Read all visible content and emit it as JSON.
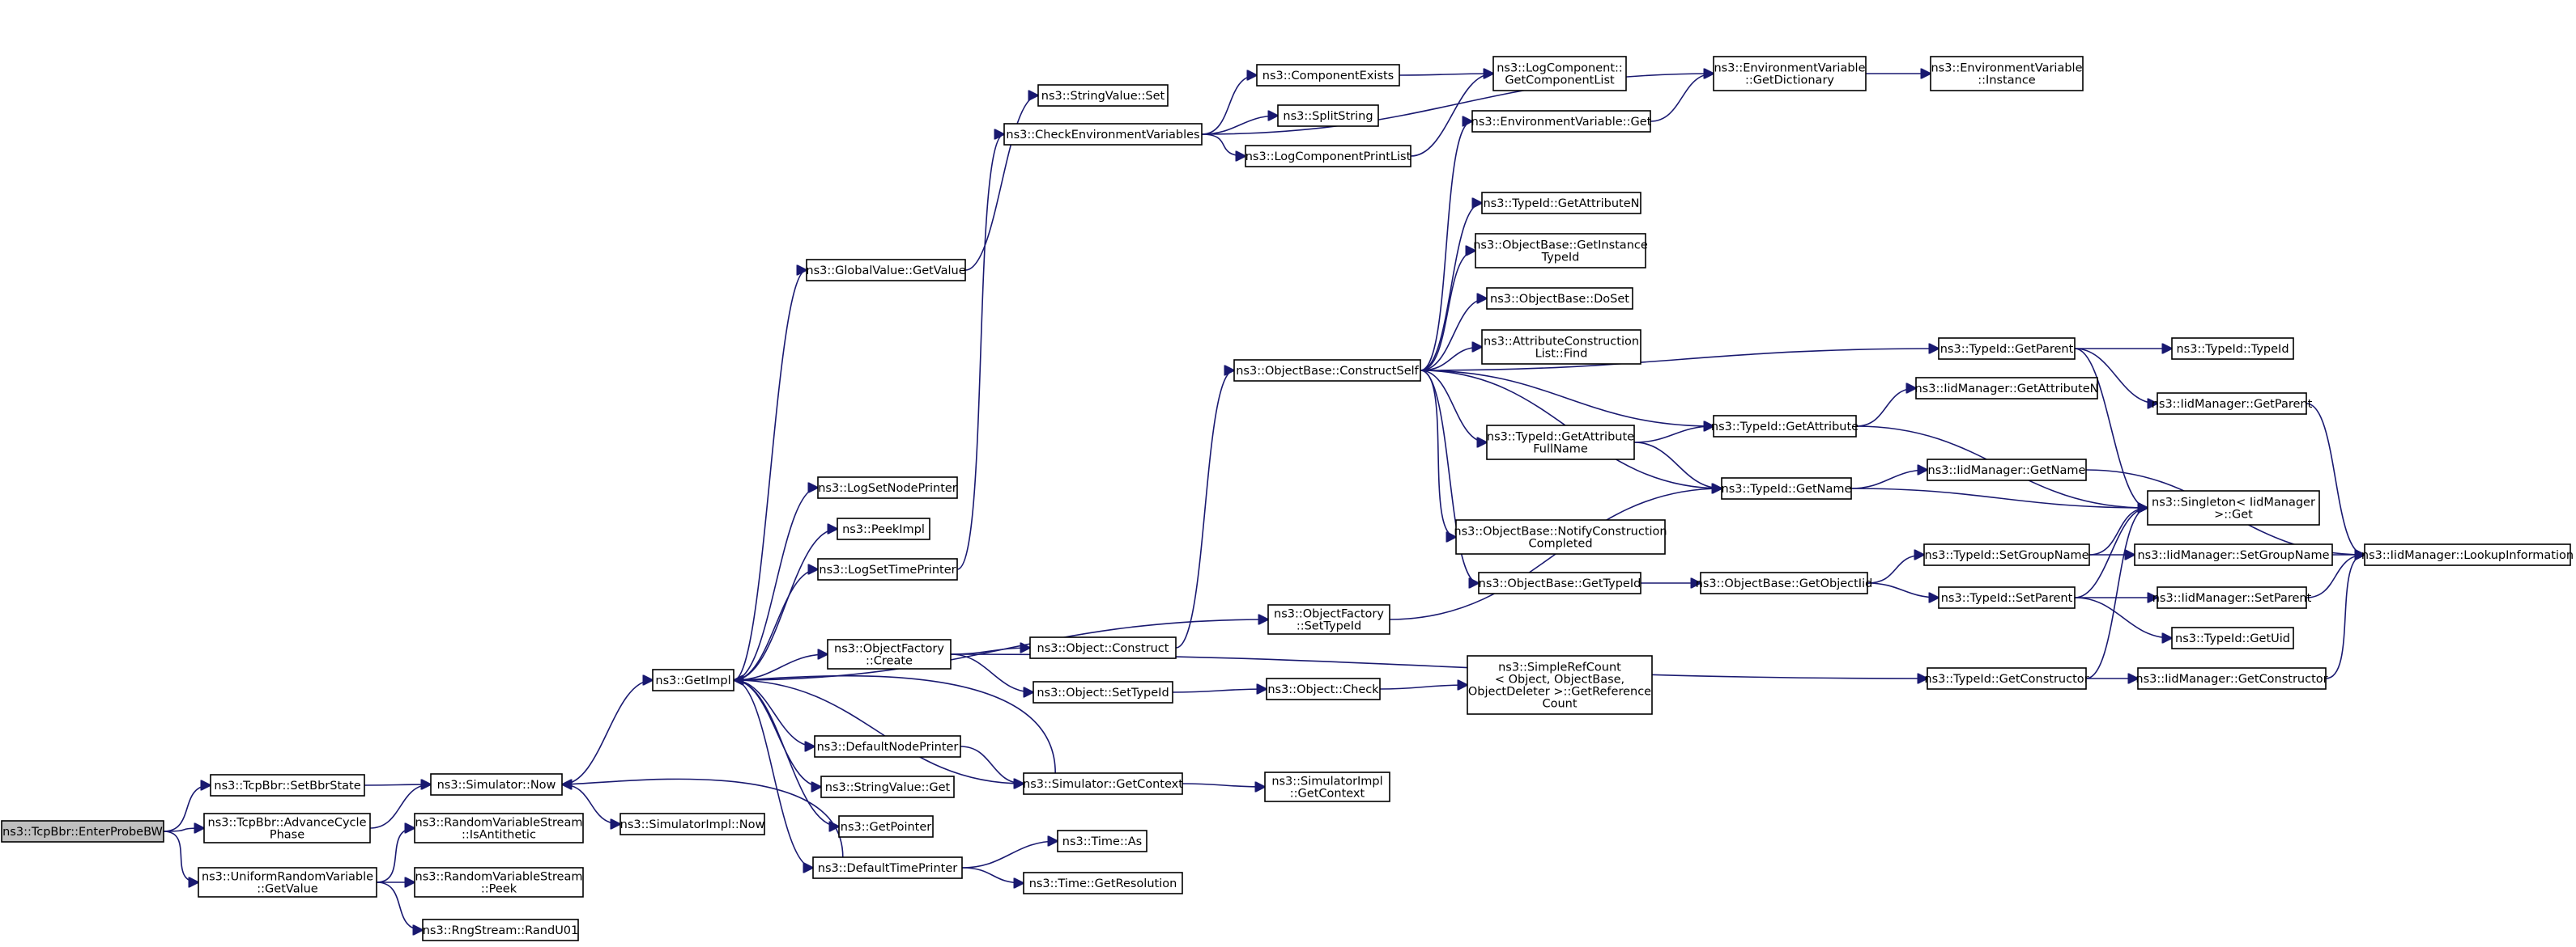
{
  "diagram": {
    "colors": {
      "edge": "#191970",
      "node_border": "#000000",
      "root_fill": "#bfbfbf",
      "node_fill": "#ffffff"
    },
    "nodes": {
      "enter_probe_bw": {
        "label": [
          "ns3::TcpBbr::EnterProbeBW"
        ],
        "root": true
      },
      "set_bbr_state": {
        "label": [
          "ns3::TcpBbr::SetBbrState"
        ]
      },
      "advance_cycle_phase": {
        "label": [
          "ns3::TcpBbr::AdvanceCycle",
          "Phase"
        ]
      },
      "uniform_get_value": {
        "label": [
          "ns3::UniformRandomVariable",
          "::GetValue"
        ]
      },
      "simulator_now": {
        "label": [
          "ns3::Simulator::Now"
        ]
      },
      "rvs_is_antithetic": {
        "label": [
          "ns3::RandomVariableStream",
          "::IsAntithetic"
        ]
      },
      "rvs_peek": {
        "label": [
          "ns3::RandomVariableStream",
          "::Peek"
        ]
      },
      "rng_rand_u01": {
        "label": [
          "ns3::RngStream::RandU01"
        ]
      },
      "simimpl_now": {
        "label": [
          "ns3::SimulatorImpl::Now"
        ]
      },
      "get_impl": {
        "label": [
          "ns3::GetImpl"
        ]
      },
      "globalvalue_get_value": {
        "label": [
          "ns3::GlobalValue::GetValue"
        ]
      },
      "log_set_node_printer": {
        "label": [
          "ns3::LogSetNodePrinter"
        ]
      },
      "peek_impl": {
        "label": [
          "ns3::PeekImpl"
        ]
      },
      "log_set_time_printer": {
        "label": [
          "ns3::LogSetTimePrinter"
        ]
      },
      "objfactory_create": {
        "label": [
          "ns3::ObjectFactory",
          "::Create"
        ]
      },
      "default_node_printer": {
        "label": [
          "ns3::DefaultNodePrinter"
        ]
      },
      "stringvalue_get": {
        "label": [
          "ns3::StringValue::Get"
        ]
      },
      "get_pointer": {
        "label": [
          "ns3::GetPointer"
        ]
      },
      "default_time_printer": {
        "label": [
          "ns3::DefaultTimePrinter"
        ]
      },
      "stringvalue_set": {
        "label": [
          "ns3::StringValue::Set"
        ]
      },
      "check_env_vars": {
        "label": [
          "ns3::CheckEnvironmentVariables"
        ]
      },
      "object_construct": {
        "label": [
          "ns3::Object::Construct"
        ]
      },
      "object_set_typeid": {
        "label": [
          "ns3::Object::SetTypeId"
        ]
      },
      "sim_get_context": {
        "label": [
          "ns3::Simulator::GetContext"
        ]
      },
      "time_as": {
        "label": [
          "ns3::Time::As"
        ]
      },
      "time_get_resolution": {
        "label": [
          "ns3::Time::GetResolution"
        ]
      },
      "component_exists": {
        "label": [
          "ns3::ComponentExists"
        ]
      },
      "split_string": {
        "label": [
          "ns3::SplitString"
        ]
      },
      "log_component_print_list": {
        "label": [
          "ns3::LogComponentPrintList"
        ]
      },
      "objectbase_construct_self": {
        "label": [
          "ns3::ObjectBase::ConstructSelf"
        ]
      },
      "objfactory_set_typeid": {
        "label": [
          "ns3::ObjectFactory",
          "::SetTypeId"
        ]
      },
      "object_check": {
        "label": [
          "ns3::Object::Check"
        ]
      },
      "simimpl_get_context": {
        "label": [
          "ns3::SimulatorImpl",
          "::GetContext"
        ]
      },
      "logcomponent_get_component_list": {
        "label": [
          "ns3::LogComponent::",
          "GetComponentList"
        ]
      },
      "envvar_get": {
        "label": [
          "ns3::EnvironmentVariable::Get"
        ]
      },
      "typeid_get_attribute_n": {
        "label": [
          "ns3::TypeId::GetAttributeN"
        ]
      },
      "objectbase_get_instance_typeid": {
        "label": [
          "ns3::ObjectBase::GetInstance",
          "TypeId"
        ]
      },
      "objectbase_doset": {
        "label": [
          "ns3::ObjectBase::DoSet"
        ]
      },
      "attr_construction_list_find": {
        "label": [
          "ns3::AttributeConstruction",
          "List::Find"
        ]
      },
      "typeid_get_attribute_fullname": {
        "label": [
          "ns3::TypeId::GetAttribute",
          "FullName"
        ]
      },
      "objectbase_notify_construction_completed": {
        "label": [
          "ns3::ObjectBase::NotifyConstruction",
          "Completed"
        ]
      },
      "objectbase_get_typeid": {
        "label": [
          "ns3::ObjectBase::GetTypeId"
        ]
      },
      "simple_ref_count_get_reference_count": {
        "label": [
          "ns3::SimpleRefCount",
          "< Object, ObjectBase,",
          "ObjectDeleter >::GetReference",
          "Count"
        ]
      },
      "envvar_get_dictionary": {
        "label": [
          "ns3::EnvironmentVariable",
          "::GetDictionary"
        ]
      },
      "typeid_get_attribute": {
        "label": [
          "ns3::TypeId::GetAttribute"
        ]
      },
      "typeid_get_name": {
        "label": [
          "ns3::TypeId::GetName"
        ]
      },
      "objectbase_get_object_iid": {
        "label": [
          "ns3::ObjectBase::GetObjectIid"
        ]
      },
      "envvar_instance": {
        "label": [
          "ns3::EnvironmentVariable",
          "::Instance"
        ]
      },
      "typeid_get_parent": {
        "label": [
          "ns3::TypeId::GetParent"
        ]
      },
      "iidmgr_get_attribute_n": {
        "label": [
          "ns3::IidManager::GetAttributeN"
        ]
      },
      "iidmgr_get_name": {
        "label": [
          "ns3::IidManager::GetName"
        ]
      },
      "typeid_set_group_name": {
        "label": [
          "ns3::TypeId::SetGroupName"
        ]
      },
      "typeid_set_parent": {
        "label": [
          "ns3::TypeId::SetParent"
        ]
      },
      "typeid_get_constructor": {
        "label": [
          "ns3::TypeId::GetConstructor"
        ]
      },
      "typeid_typeid": {
        "label": [
          "ns3::TypeId::TypeId"
        ]
      },
      "iidmgr_get_parent": {
        "label": [
          "ns3::IidManager::GetParent"
        ]
      },
      "singleton_iidmgr_get": {
        "label": [
          "ns3::Singleton< IidManager",
          ">::Get"
        ]
      },
      "iidmgr_set_group_name": {
        "label": [
          "ns3::IidManager::SetGroupName"
        ]
      },
      "iidmgr_set_parent": {
        "label": [
          "ns3::IidManager::SetParent"
        ]
      },
      "typeid_get_uid": {
        "label": [
          "ns3::TypeId::GetUid"
        ]
      },
      "iidmgr_get_constructor": {
        "label": [
          "ns3::IidManager::GetConstructor"
        ]
      },
      "iidmgr_lookup_information": {
        "label": [
          "ns3::IidManager::LookupInformation"
        ]
      }
    },
    "edges": [
      [
        "enter_probe_bw",
        "set_bbr_state"
      ],
      [
        "enter_probe_bw",
        "advance_cycle_phase"
      ],
      [
        "enter_probe_bw",
        "uniform_get_value"
      ],
      [
        "set_bbr_state",
        "simulator_now"
      ],
      [
        "advance_cycle_phase",
        "simulator_now"
      ],
      [
        "uniform_get_value",
        "rvs_is_antithetic"
      ],
      [
        "uniform_get_value",
        "rvs_peek"
      ],
      [
        "uniform_get_value",
        "rng_rand_u01"
      ],
      [
        "simulator_now",
        "get_impl"
      ],
      [
        "simulator_now",
        "simimpl_now"
      ],
      [
        "get_impl",
        "globalvalue_get_value"
      ],
      [
        "get_impl",
        "log_set_node_printer"
      ],
      [
        "get_impl",
        "peek_impl"
      ],
      [
        "get_impl",
        "log_set_time_printer"
      ],
      [
        "get_impl",
        "objfactory_set_typeid"
      ],
      [
        "get_impl",
        "objfactory_create"
      ],
      [
        "get_impl",
        "default_node_printer"
      ],
      [
        "get_impl",
        "stringvalue_get"
      ],
      [
        "get_impl",
        "get_pointer"
      ],
      [
        "get_impl",
        "default_time_printer"
      ],
      [
        "get_impl",
        "sim_get_context"
      ],
      [
        "globalvalue_get_value",
        "stringvalue_set"
      ],
      [
        "log_set_time_printer",
        "check_env_vars"
      ],
      [
        "objfactory_create",
        "object_construct"
      ],
      [
        "objfactory_create",
        "object_set_typeid"
      ],
      [
        "objfactory_create",
        "typeid_get_constructor"
      ],
      [
        "default_node_printer",
        "sim_get_context"
      ],
      [
        "sim_get_context",
        "get_impl"
      ],
      [
        "sim_get_context",
        "simimpl_get_context"
      ],
      [
        "default_time_printer",
        "simulator_now"
      ],
      [
        "default_time_printer",
        "time_as"
      ],
      [
        "default_time_printer",
        "time_get_resolution"
      ],
      [
        "check_env_vars",
        "component_exists"
      ],
      [
        "check_env_vars",
        "split_string"
      ],
      [
        "check_env_vars",
        "log_component_print_list"
      ],
      [
        "check_env_vars",
        "envvar_get_dictionary"
      ],
      [
        "component_exists",
        "logcomponent_get_component_list"
      ],
      [
        "log_component_print_list",
        "logcomponent_get_component_list"
      ],
      [
        "object_construct",
        "objectbase_construct_self"
      ],
      [
        "object_set_typeid",
        "object_check"
      ],
      [
        "object_check",
        "simple_ref_count_get_reference_count"
      ],
      [
        "objfactory_set_typeid",
        "typeid_get_name"
      ],
      [
        "objectbase_construct_self",
        "envvar_get"
      ],
      [
        "objectbase_construct_self",
        "typeid_get_attribute_n"
      ],
      [
        "objectbase_construct_self",
        "objectbase_get_instance_typeid"
      ],
      [
        "objectbase_construct_self",
        "objectbase_doset"
      ],
      [
        "objectbase_construct_self",
        "attr_construction_list_find"
      ],
      [
        "objectbase_construct_self",
        "typeid_get_attribute"
      ],
      [
        "objectbase_construct_self",
        "typeid_get_attribute_fullname"
      ],
      [
        "objectbase_construct_self",
        "typeid_get_name"
      ],
      [
        "objectbase_construct_self",
        "objectbase_notify_construction_completed"
      ],
      [
        "objectbase_construct_self",
        "objectbase_get_typeid"
      ],
      [
        "objectbase_construct_self",
        "typeid_get_parent"
      ],
      [
        "envvar_get",
        "envvar_get_dictionary"
      ],
      [
        "envvar_get_dictionary",
        "envvar_instance"
      ],
      [
        "typeid_get_attribute_fullname",
        "typeid_get_attribute"
      ],
      [
        "typeid_get_attribute_fullname",
        "typeid_get_name"
      ],
      [
        "objectbase_get_typeid",
        "objectbase_get_object_iid"
      ],
      [
        "objectbase_get_object_iid",
        "typeid_set_group_name"
      ],
      [
        "objectbase_get_object_iid",
        "typeid_set_parent"
      ],
      [
        "typeid_get_attribute",
        "iidmgr_get_attribute_n"
      ],
      [
        "typeid_get_attribute",
        "singleton_iidmgr_get"
      ],
      [
        "typeid_get_name",
        "iidmgr_get_name"
      ],
      [
        "typeid_get_name",
        "singleton_iidmgr_get"
      ],
      [
        "typeid_get_parent",
        "typeid_typeid"
      ],
      [
        "typeid_get_parent",
        "iidmgr_get_parent"
      ],
      [
        "typeid_get_parent",
        "singleton_iidmgr_get"
      ],
      [
        "typeid_set_group_name",
        "singleton_iidmgr_get"
      ],
      [
        "typeid_set_group_name",
        "iidmgr_set_group_name"
      ],
      [
        "typeid_set_parent",
        "singleton_iidmgr_get"
      ],
      [
        "typeid_set_parent",
        "iidmgr_set_parent"
      ],
      [
        "typeid_set_parent",
        "typeid_get_uid"
      ],
      [
        "typeid_get_constructor",
        "singleton_iidmgr_get"
      ],
      [
        "typeid_get_constructor",
        "iidmgr_get_constructor"
      ],
      [
        "iidmgr_get_name",
        "iidmgr_lookup_information"
      ],
      [
        "iidmgr_get_parent",
        "iidmgr_lookup_information"
      ],
      [
        "iidmgr_set_group_name",
        "iidmgr_lookup_information"
      ],
      [
        "iidmgr_set_parent",
        "iidmgr_lookup_information"
      ],
      [
        "iidmgr_get_constructor",
        "iidmgr_lookup_information"
      ]
    ]
  }
}
